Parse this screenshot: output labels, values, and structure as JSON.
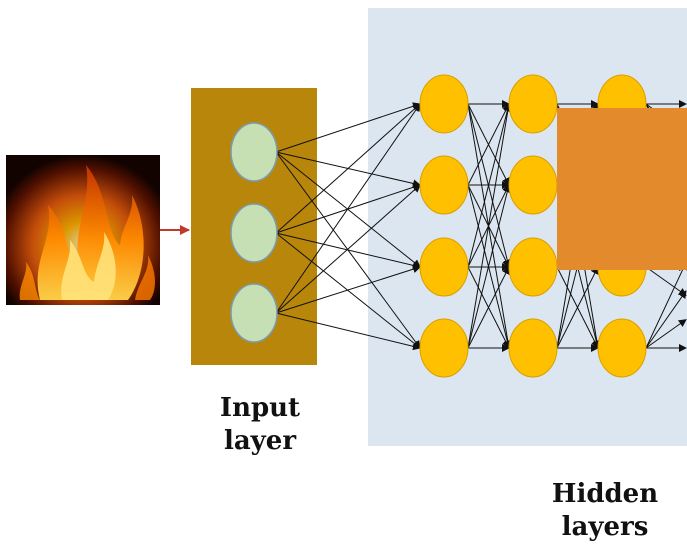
{
  "diagram": {
    "input_label": [
      "Input",
      "layer"
    ],
    "hidden_label": [
      "Hidden",
      "layers"
    ]
  },
  "colors": {
    "input_box": "#b8860b",
    "hidden_panel": "#dce6f1",
    "input_node": "#c6e0b4",
    "hidden_node": "#ffc000",
    "occluder": "#e38b2c",
    "edge": "#111111",
    "feed_arrow": "#c0392b"
  },
  "icons": {
    "fire_image": "fire-photo-icon"
  }
}
